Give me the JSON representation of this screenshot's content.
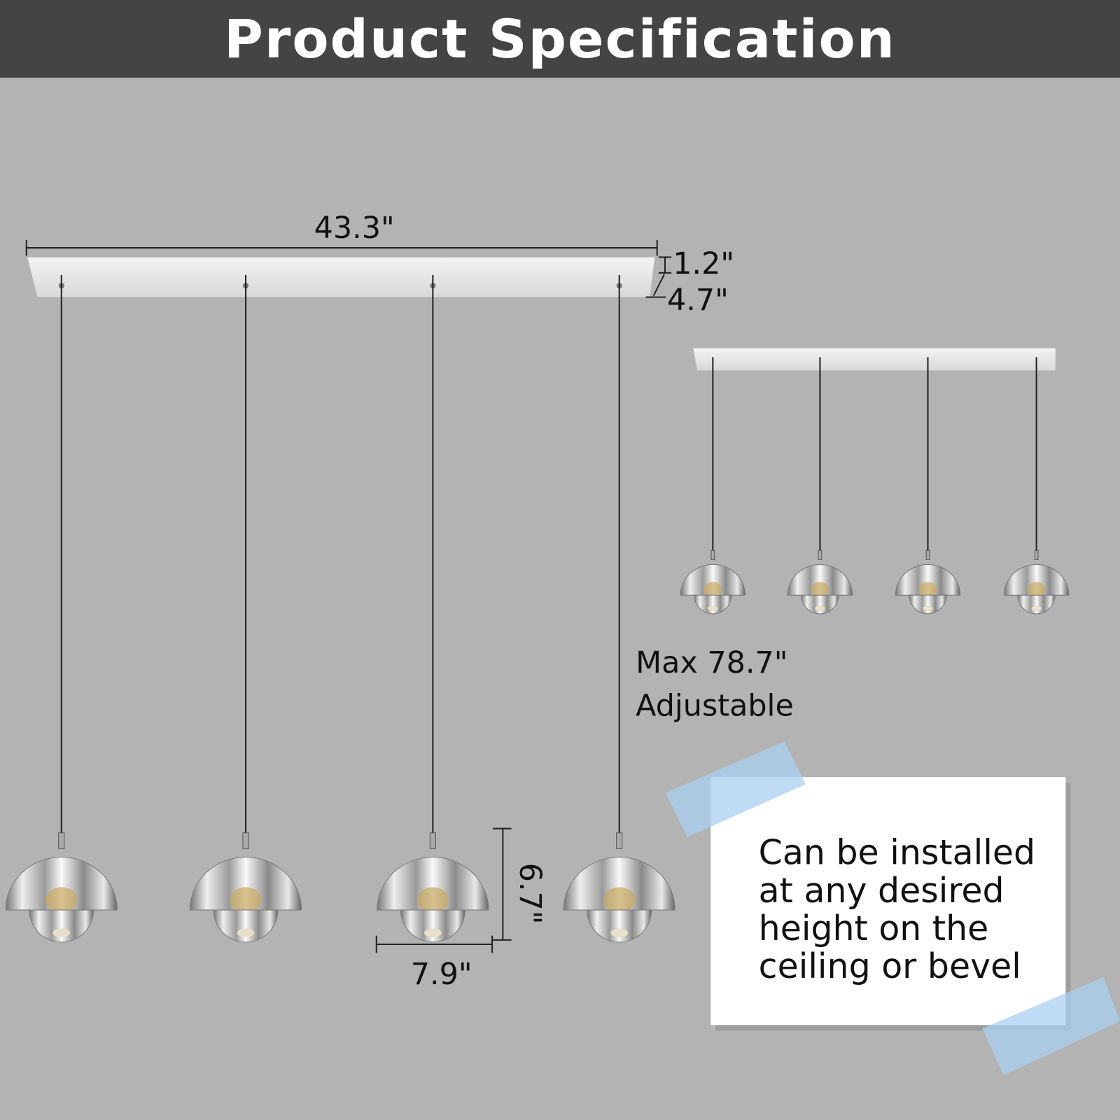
{
  "header": {
    "title": "Product Specification"
  },
  "dimensions": {
    "canopy_length": "43.3\"",
    "canopy_height": "1.2\"",
    "canopy_width": "4.7\"",
    "shade_height": "6.7\"",
    "shade_diameter": "7.9\"",
    "max_length_line1": "Max 78.7\"",
    "max_length_line2": "Adjustable"
  },
  "note": {
    "lines": [
      "Can be installed",
      "at any desired",
      "height on the",
      "ceiling or bevel"
    ]
  },
  "colors": {
    "header_bg": "#444444",
    "page_bg": "#b3b3b3",
    "tape": "#a9d0f0"
  }
}
